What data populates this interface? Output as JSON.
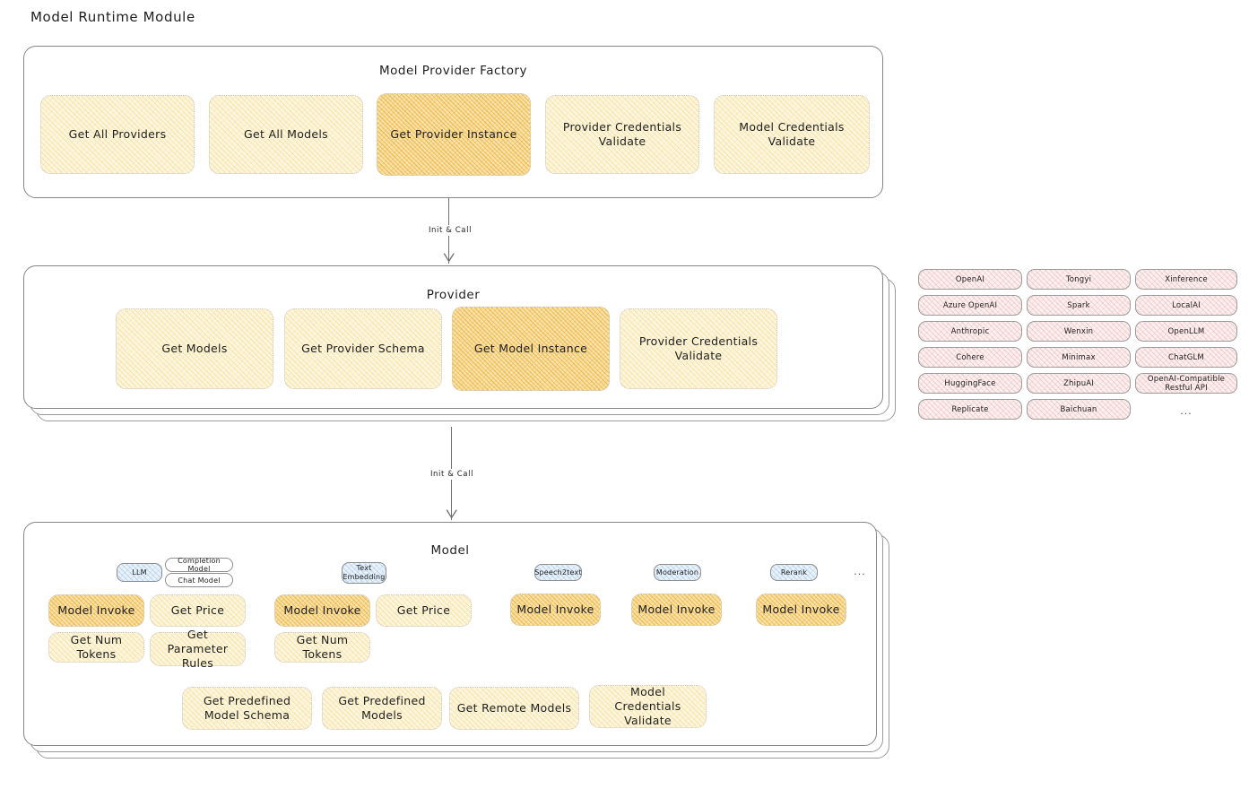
{
  "page": {
    "title": "Model Runtime Module"
  },
  "factory": {
    "title": "Model Provider Factory",
    "nodes": [
      {
        "label": "Get All Providers",
        "highlight": false
      },
      {
        "label": "Get All Models",
        "highlight": false
      },
      {
        "label": "Get Provider Instance",
        "highlight": true
      },
      {
        "label": "Provider Credentials Validate",
        "highlight": false
      },
      {
        "label": "Model Credentials Validate",
        "highlight": false
      }
    ]
  },
  "arrow1": {
    "label": "Init & Call"
  },
  "provider": {
    "title": "Provider",
    "nodes": [
      {
        "label": "Get Models",
        "highlight": false
      },
      {
        "label": "Get Provider Schema",
        "highlight": false
      },
      {
        "label": "Get Model Instance",
        "highlight": true
      },
      {
        "label": "Provider Credentials Validate",
        "highlight": false
      }
    ]
  },
  "arrow2": {
    "label": "Init & Call"
  },
  "provider_list": {
    "columns": [
      {
        "items": [
          "OpenAI",
          "Azure OpenAI",
          "Anthropic",
          "Cohere",
          "HuggingFace",
          "Replicate"
        ],
        "more": ""
      },
      {
        "items": [
          "Tongyi",
          "Spark",
          "Wenxin",
          "Minimax",
          "ZhipuAI",
          "Baichuan"
        ],
        "more": ""
      },
      {
        "items": [
          "Xinference",
          "LocalAI",
          "OpenLLM",
          "ChatGLM",
          "OpenAI-Compatible Restful API"
        ],
        "more": "..."
      }
    ]
  },
  "model": {
    "title": "Model",
    "more": "...",
    "groups": [
      {
        "badge": "LLM",
        "sub_badges": [
          "Completion Model",
          "Chat Model"
        ],
        "nodes": [
          {
            "label": "Model Invoke",
            "highlight": true
          },
          {
            "label": "Get Price",
            "highlight": false
          },
          {
            "label": "Get Num Tokens",
            "highlight": false
          },
          {
            "label": "Get Parameter Rules",
            "highlight": false
          }
        ]
      },
      {
        "badge": "Text Embedding",
        "sub_badges": [],
        "nodes": [
          {
            "label": "Model Invoke",
            "highlight": true
          },
          {
            "label": "Get Price",
            "highlight": false
          },
          {
            "label": "Get Num Tokens",
            "highlight": false
          }
        ]
      },
      {
        "badge": "Speech2text",
        "sub_badges": [],
        "nodes": [
          {
            "label": "Model Invoke",
            "highlight": true
          }
        ]
      },
      {
        "badge": "Moderation",
        "sub_badges": [],
        "nodes": [
          {
            "label": "Model Invoke",
            "highlight": true
          }
        ]
      },
      {
        "badge": "Rerank",
        "sub_badges": [],
        "nodes": [
          {
            "label": "Model Invoke",
            "highlight": true
          }
        ]
      }
    ],
    "common_nodes": [
      {
        "label": "Get Predefined Model Schema"
      },
      {
        "label": "Get Predefined Models"
      },
      {
        "label": "Get Remote Models"
      },
      {
        "label": "Model Credentials Validate"
      }
    ]
  },
  "colors": {
    "cream": "#fdf6df",
    "amber": "#fbe3ab",
    "rose": "#fdf0f0",
    "blue": "#eaf3fb",
    "stroke": "#868686",
    "text": "#1e1e1e"
  }
}
